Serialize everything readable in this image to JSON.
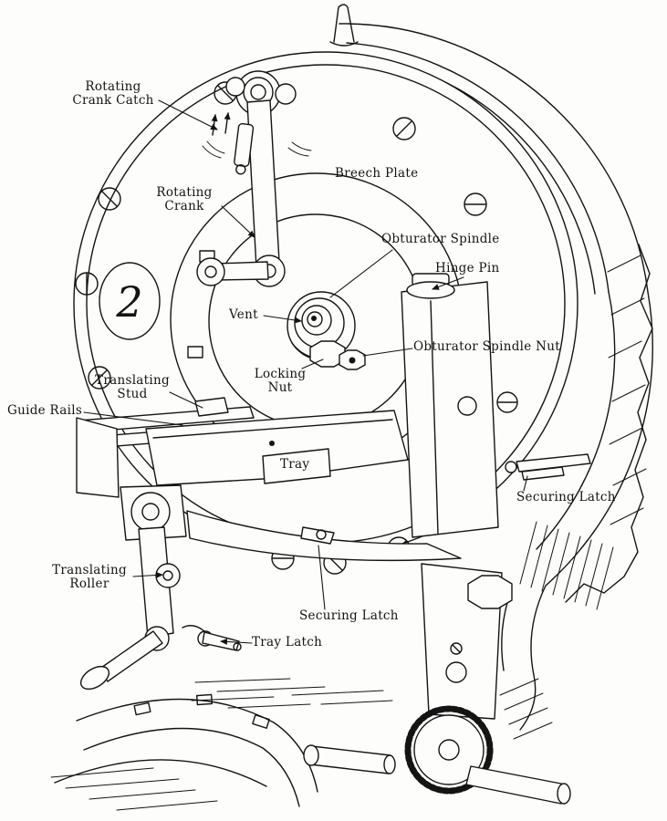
{
  "figure": {
    "plate_number": "2"
  },
  "labels": [
    {
      "id": "rotating-crank-catch",
      "text": "Rotating\nCrank Catch"
    },
    {
      "id": "rotating-crank",
      "text": "Rotating\nCrank"
    },
    {
      "id": "breech-plate",
      "text": "Breech Plate"
    },
    {
      "id": "obturator-spindle",
      "text": "Obturator Spindle"
    },
    {
      "id": "hinge-pin",
      "text": "Hinge Pin"
    },
    {
      "id": "vent",
      "text": "Vent"
    },
    {
      "id": "obturator-spindle-nut",
      "text": "Obturator Spindle Nut"
    },
    {
      "id": "locking-nut",
      "text": "Locking\nNut"
    },
    {
      "id": "translating-stud",
      "text": "Translating\nStud"
    },
    {
      "id": "guide-rails",
      "text": "Guide Rails"
    },
    {
      "id": "tray",
      "text": "Tray"
    },
    {
      "id": "securing-latch-right",
      "text": "Securing Latch"
    },
    {
      "id": "translating-roller",
      "text": "Translating\nRoller"
    },
    {
      "id": "securing-latch-bottom",
      "text": "Securing Latch"
    },
    {
      "id": "tray-latch",
      "text": "Tray Latch"
    }
  ]
}
